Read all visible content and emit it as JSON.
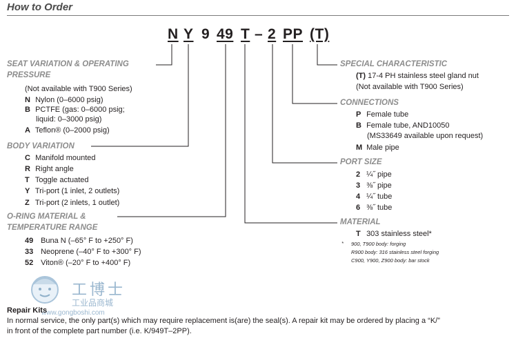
{
  "title": "How to Order",
  "part_number": {
    "n": "N",
    "y": "Y",
    "nine": "9",
    "fortynine": "49",
    "t": "T",
    "dash": "–",
    "two": "2",
    "pp": "PP",
    "paren_t": "(T)"
  },
  "seat": {
    "heading_line1": "SEAT VARIATION & OPERATING",
    "heading_line2": "PRESSURE",
    "note": "(Not available with T900 Series)",
    "items": [
      {
        "code": "N",
        "desc": "Nylon (0–6000 psig)"
      },
      {
        "code": "B",
        "desc": "PCTFE (gas: 0–6000 psig;"
      },
      {
        "code": "",
        "desc": "liquid: 0–3000 psig)"
      },
      {
        "code": "A",
        "desc": "Teflon® (0–2000 psig)"
      }
    ]
  },
  "body": {
    "heading": "BODY VARIATION",
    "items": [
      {
        "code": "C",
        "desc": "Manifold mounted"
      },
      {
        "code": "R",
        "desc": "Right angle"
      },
      {
        "code": "T",
        "desc": "Toggle actuated"
      },
      {
        "code": "Y",
        "desc": "Tri-port (1 inlet, 2 outlets)"
      },
      {
        "code": "Z",
        "desc": "Tri-port (2 inlets, 1 outlet)"
      }
    ]
  },
  "oring": {
    "heading_line1": "O-RING MATERIAL &",
    "heading_line2": "TEMPERATURE RANGE",
    "items": [
      {
        "code": "49",
        "desc": "Buna N (–65° F to +250° F)"
      },
      {
        "code": "33",
        "desc": "Neoprene (–40° F to +300° F)"
      },
      {
        "code": "52",
        "desc": "Viton® (–20° F to +400° F)"
      }
    ]
  },
  "special": {
    "heading": "SPECIAL CHARACTERISTIC",
    "items": [
      {
        "code": "(T)",
        "desc": "17-4 PH stainless steel gland nut"
      }
    ],
    "note": "(Not available with T900 Series)"
  },
  "connections": {
    "heading": "CONNECTIONS",
    "items": [
      {
        "code": "P",
        "desc": "Female tube"
      },
      {
        "code": "B",
        "desc": "Female tube, AND10050"
      },
      {
        "code": "",
        "desc": "(MS33649 available upon request)"
      },
      {
        "code": "M",
        "desc": "Male pipe"
      }
    ]
  },
  "port": {
    "heading": "PORT SIZE",
    "items": [
      {
        "code": "2",
        "desc": "¼˝ pipe"
      },
      {
        "code": "3",
        "desc": "⅜˝ pipe"
      },
      {
        "code": "4",
        "desc": "¼˝ tube"
      },
      {
        "code": "6",
        "desc": "⅜˝ tube"
      }
    ]
  },
  "material": {
    "heading": "MATERIAL",
    "items": [
      {
        "code": "T",
        "desc": "303 stainless steel*"
      }
    ],
    "footnotes": {
      "star": "*",
      "line1": "900, T900 body: forging",
      "line2": "R900 body: 316 stainless steel forging",
      "line3": "C900, Y900, Z900 body: bar stock"
    }
  },
  "watermark": {
    "line1": "工博士",
    "line2": "工业品商城",
    "line3": "www.gongboshi.com"
  },
  "repair": {
    "heading": "Repair Kits",
    "line1": "In normal service, the only part(s) which may require replacement is(are) the seal(s). A repair kit may be ordered by placing a “K/”",
    "line2": "in front of the complete part number (i.e. K/949T–2PP)."
  }
}
